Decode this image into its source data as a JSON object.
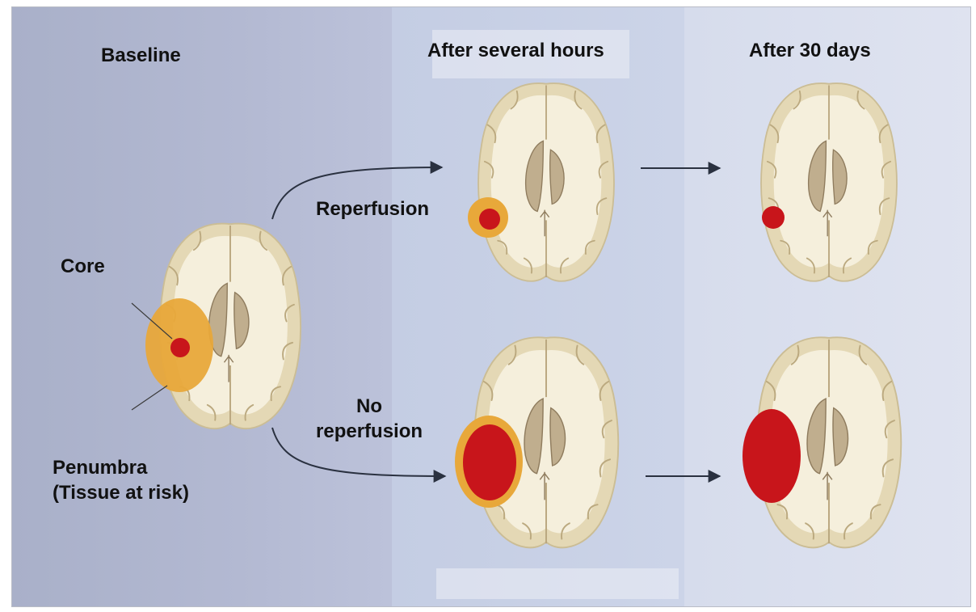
{
  "headers": {
    "baseline": "Baseline",
    "several_hours": "After several hours",
    "thirty_days": "After 30 days"
  },
  "labels": {
    "core": "Core",
    "penumbra_line1": "Penumbra",
    "penumbra_line2": "(Tissue at risk)",
    "reperfusion": "Reperfusion",
    "no_reperfusion_line1": "No",
    "no_reperfusion_line2": "reperfusion"
  },
  "colors": {
    "core_red": "#c8151b",
    "penumbra_orange": "#e8a83a",
    "brain_white": "#f5efdc",
    "brain_cortex": "#e4d8b5",
    "ventricle": "#c0ae8e",
    "arrow": "#2a3140"
  }
}
